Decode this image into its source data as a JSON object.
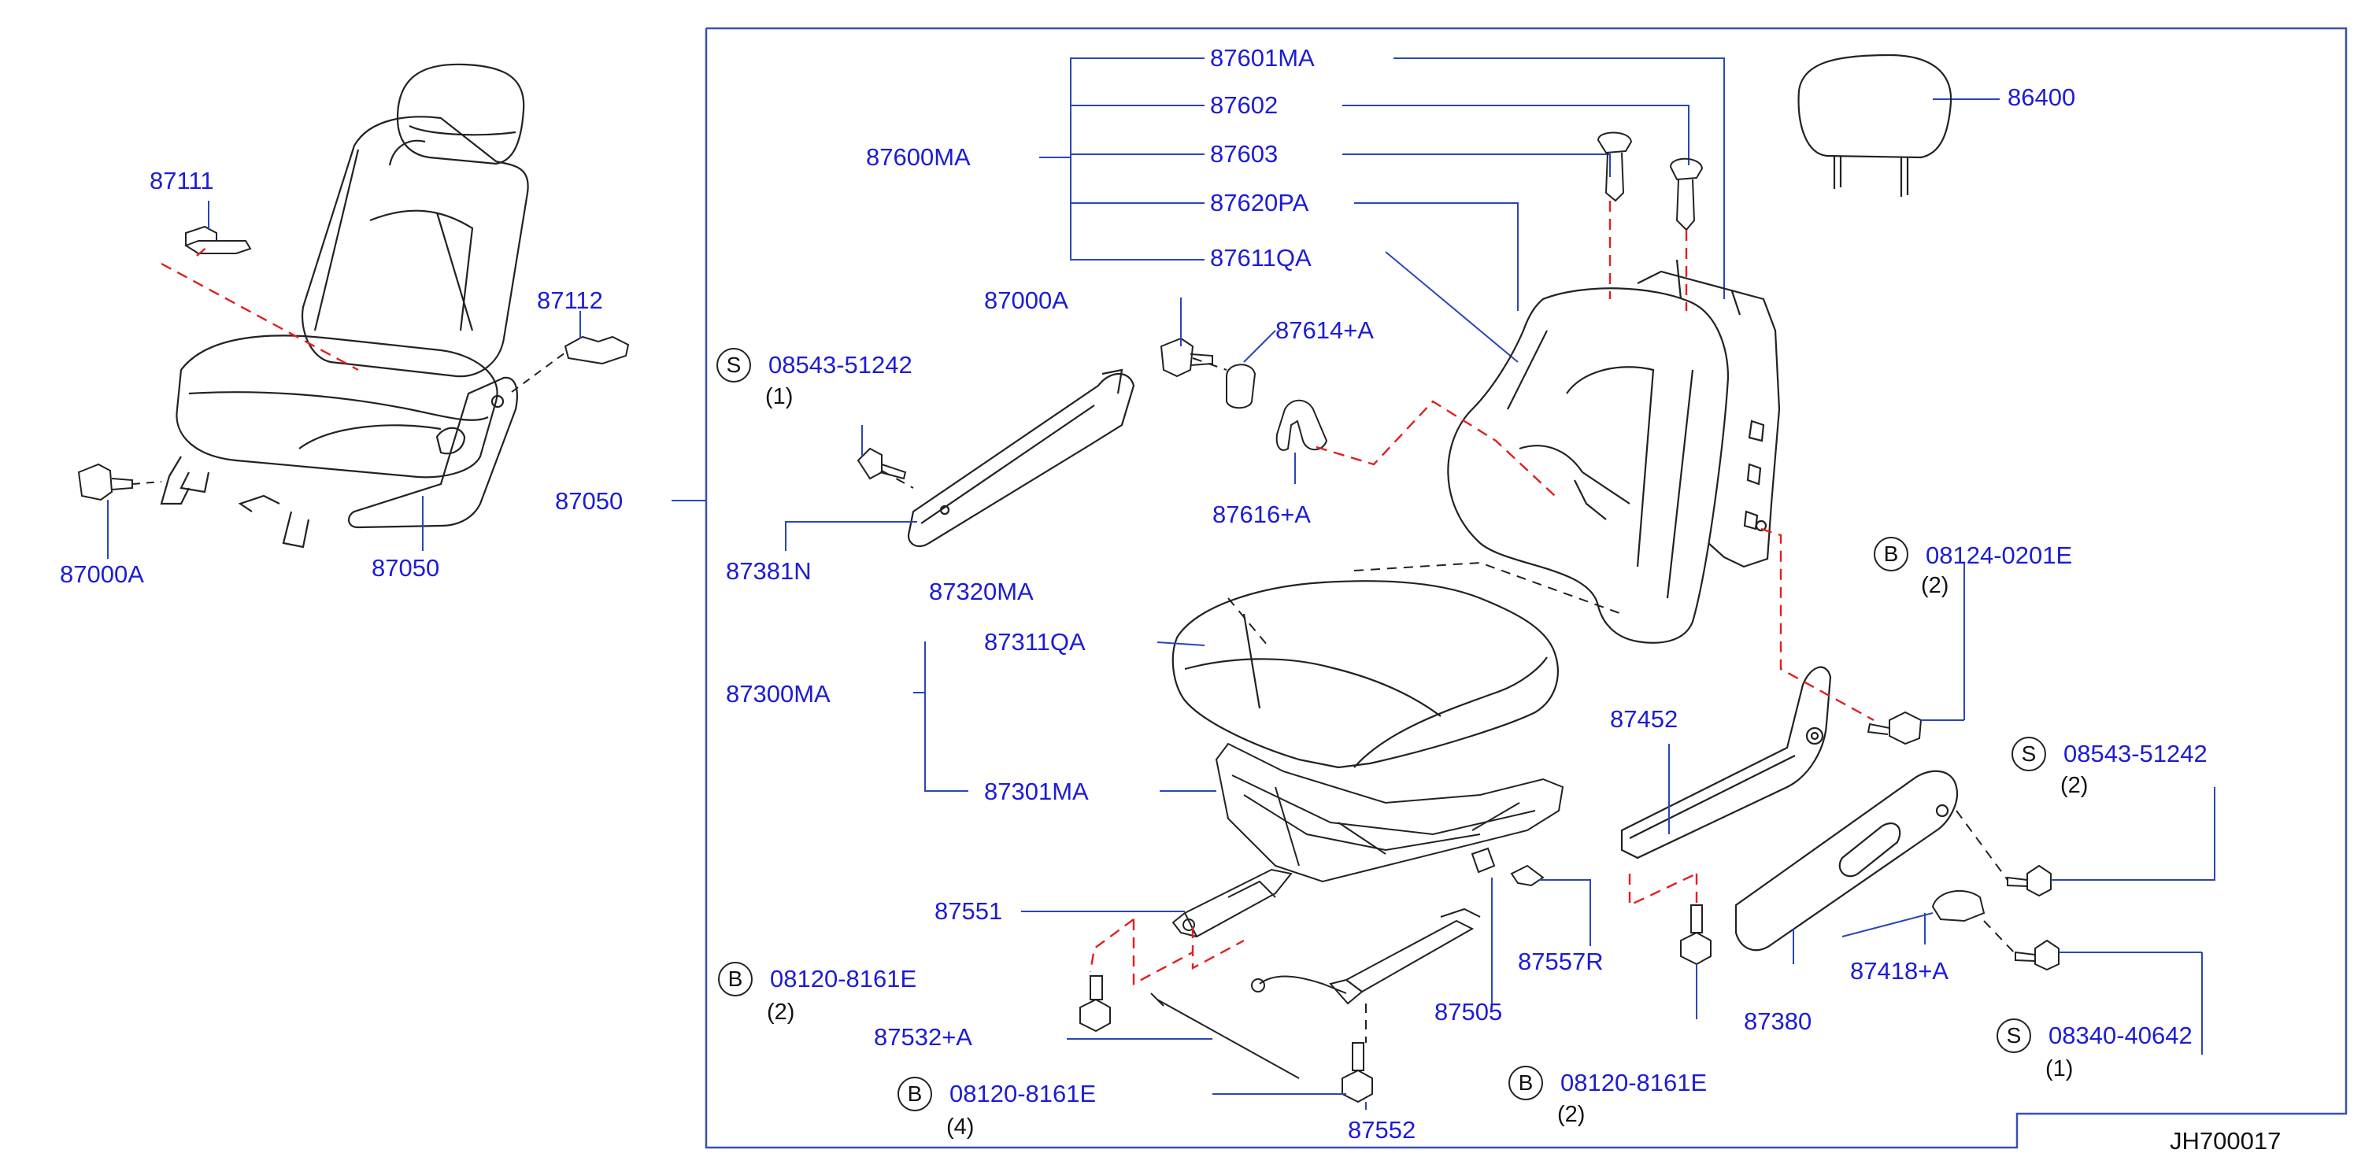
{
  "diagram_code": "JH700017",
  "labels": {
    "p87111": "87111",
    "p87112": "87112",
    "p87000A_left": "87000A",
    "p87050_left": "87050",
    "p87050": "87050",
    "p87600MA": "87600MA",
    "p87601MA": "87601MA",
    "p87602": "87602",
    "p87603": "87603",
    "p87620PA": "87620PA",
    "p87611QA": "87611QA",
    "p86400": "86400",
    "p87000A": "87000A",
    "p87614A": "87614+A",
    "p87616A": "87616+A",
    "p87381N": "87381N",
    "p87320MA": "87320MA",
    "p87311QA": "87311QA",
    "p87300MA": "87300MA",
    "p87301MA": "87301MA",
    "p87452": "87452",
    "p87551": "87551",
    "p87532A": "87532+A",
    "p87505": "87505",
    "p87557R": "87557R",
    "p87380": "87380",
    "p87418A": "87418+A",
    "p87552": "87552"
  },
  "fasteners": [
    {
      "prefix": "S",
      "part": "08543-51242",
      "qty": "(1)"
    },
    {
      "prefix": "B",
      "part": "08124-0201E",
      "qty": "(2)"
    },
    {
      "prefix": "S",
      "part": "08543-51242",
      "qty": "(2)"
    },
    {
      "prefix": "B",
      "part": "08120-8161E",
      "qty": "(2)"
    },
    {
      "prefix": "B",
      "part": "08120-8161E",
      "qty": "(4)"
    },
    {
      "prefix": "B",
      "part": "08120-8161E",
      "qty": "(2)"
    },
    {
      "prefix": "S",
      "part": "08340-40642",
      "qty": "(1)"
    }
  ],
  "colors": {
    "label": "#1c1cd6",
    "leader": "#2a46b8",
    "dashed_red": "#e02020",
    "drawing": "#222222"
  }
}
